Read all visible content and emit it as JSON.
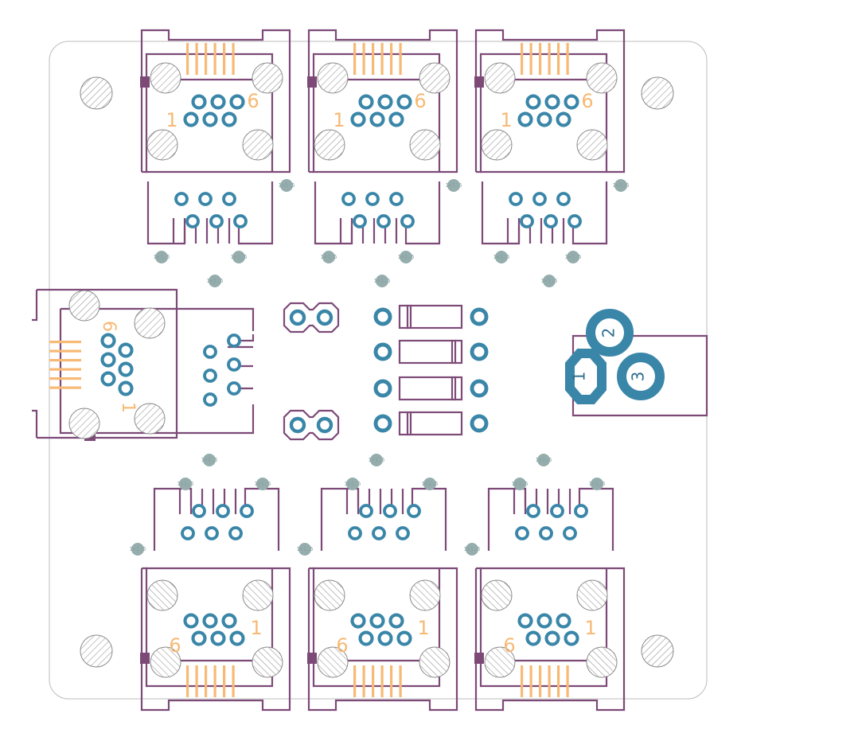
{
  "colors": {
    "board_outline": "#b8b8b8",
    "silkscreen": "#7d4a78",
    "pad": "#3a86a8",
    "pad_dark": "#2c6e8e",
    "label": "#f7b974",
    "drill": "#95adad",
    "hatch": "#9a9a9a"
  },
  "pin_labels": {
    "one": "1",
    "six": "6"
  },
  "jack_pin_labels": [
    "1",
    "2",
    "3"
  ],
  "drill_label": "1+1.5"
}
